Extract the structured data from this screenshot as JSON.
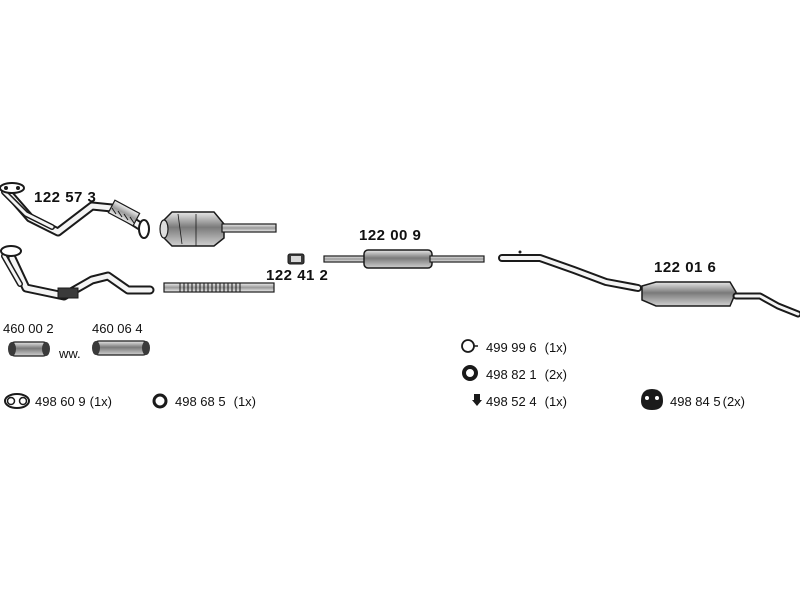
{
  "colors": {
    "line": "#1a1a1a",
    "fill_dark": "#3a3a3a",
    "fill_mid": "#8a8a8a",
    "fill_light": "#d9d9d9"
  },
  "parts": {
    "front_pipe_a": "122 57 3",
    "front_pipe_b": "",
    "clamp": "122 41 2",
    "middle_silencer": "122 00 9",
    "rear_silencer": "122 01 6",
    "repair_pipe_1": "460 00 2",
    "repair_pipe_2": "460 06 4",
    "ww_note": "ww."
  },
  "fittings": [
    {
      "id": "gasket",
      "code": "498 60 9",
      "qty": "(1x)",
      "icon": "gasket-icon"
    },
    {
      "id": "ring",
      "code": "498 68 5",
      "qty": "(1x)",
      "icon": "ring-icon"
    },
    {
      "id": "clamp-ring",
      "code": "499 99 6",
      "qty": "(1x)",
      "icon": "clamp-ring-icon"
    },
    {
      "id": "rubber-ring",
      "code": "498 82 1",
      "qty": "(2x)",
      "icon": "rubber-ring-icon"
    },
    {
      "id": "bolt",
      "code": "498 52 4",
      "qty": "(1x)",
      "icon": "bolt-icon"
    },
    {
      "id": "hanger",
      "code": "498 84 5",
      "qty": "(2x)",
      "icon": "hanger-icon"
    }
  ]
}
